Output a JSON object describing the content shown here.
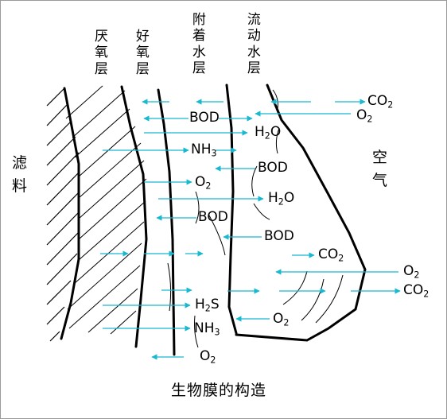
{
  "caption": "生物膜的构造",
  "layers": {
    "anaerobic": "厌氧层",
    "aerobic": "好氧层",
    "attached_water": "附着水层",
    "flowing_water": "流动水层"
  },
  "filter": "滤料",
  "air": "空气",
  "substances": {
    "co2_top": {
      "pre": "CO",
      "sub": "2",
      "post": ""
    },
    "o2_top": {
      "pre": "O",
      "sub": "2",
      "post": ""
    },
    "bod_1": {
      "pre": "BOD",
      "sub": "",
      "post": ""
    },
    "h2o_1": {
      "pre": "H",
      "sub": "2",
      "post": "O"
    },
    "nh3_1": {
      "pre": "NH",
      "sub": "3",
      "post": ""
    },
    "bod_2": {
      "pre": "BOD",
      "sub": "",
      "post": ""
    },
    "o2_1": {
      "pre": "O",
      "sub": "2",
      "post": ""
    },
    "h2o_2": {
      "pre": "H",
      "sub": "2",
      "post": "O"
    },
    "bod_3": {
      "pre": "BOD",
      "sub": "",
      "post": ""
    },
    "bod_4": {
      "pre": "BOD",
      "sub": "",
      "post": ""
    },
    "co2_1": {
      "pre": "CO",
      "sub": "2",
      "post": ""
    },
    "o2_right": {
      "pre": "O",
      "sub": "2",
      "post": ""
    },
    "co2_right": {
      "pre": "CO",
      "sub": "2",
      "post": ""
    },
    "h2s": {
      "pre": "H",
      "sub": "2",
      "post": "S"
    },
    "o2_2": {
      "pre": "O",
      "sub": "2",
      "post": ""
    },
    "nh3_2": {
      "pre": "NH",
      "sub": "3",
      "post": ""
    },
    "o2_3": {
      "pre": "O",
      "sub": "2",
      "post": ""
    }
  },
  "colors": {
    "arrow": "#18b8d0",
    "line": "#000000",
    "border": "#9a9a9a"
  }
}
